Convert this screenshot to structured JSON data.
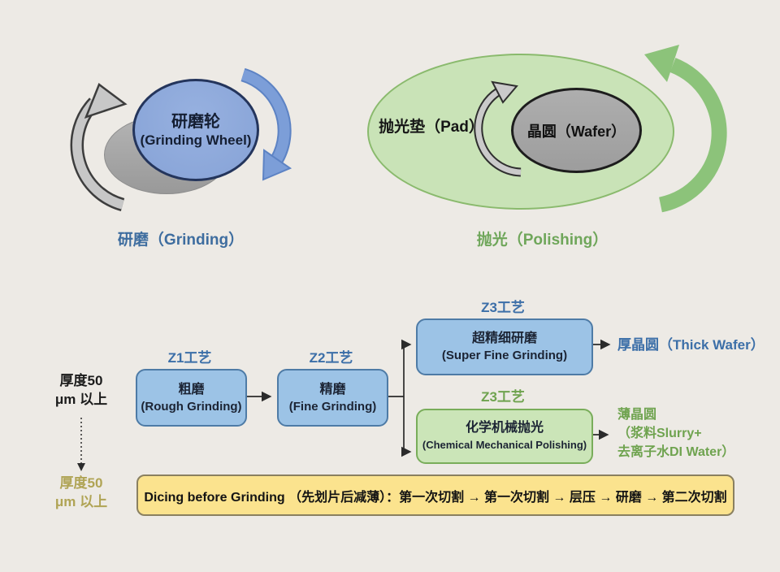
{
  "top": {
    "grinding": {
      "wheel_name": "研磨轮",
      "wheel_en": "(Grinding Wheel)",
      "caption": "研磨（Grinding）"
    },
    "polishing": {
      "pad_label": "抛光垫（Pad）",
      "wafer_label": "晶圆（Wafer）",
      "caption": "抛光（Polishing）"
    }
  },
  "flow": {
    "thickness_top": {
      "line1": "厚度50",
      "line2": "μm 以上"
    },
    "thickness_bottom": {
      "line1": "厚度50",
      "line2": "μm 以上"
    },
    "steps": [
      {
        "header": "Z1工艺",
        "name": "粗磨",
        "en": "(Rough Grinding)"
      },
      {
        "header": "Z2工艺",
        "name": "精磨",
        "en": "(Fine Grinding)"
      },
      {
        "header": "Z3工艺",
        "name": "超精细研磨",
        "en": "(Super Fine Grinding)"
      },
      {
        "header": "Z3工艺",
        "name": "化学机械抛光",
        "en": "(Chemical Mechanical Polishing)"
      }
    ],
    "output_thick": "厚晶圆（Thick Wafer）",
    "output_thin": {
      "line1": "薄晶圆",
      "line2": "（浆料Slurry+",
      "line3": "去离子水DI Water）"
    },
    "note": "Dicing before Grinding （先划片后减薄）：第一次切割 → 第一次切割 → 层压 → 研磨 → 第二次切割"
  },
  "icons": {
    "left_gray_arrow": "rotation-arrow-counterclockwise",
    "right_blue_arrow": "rotation-arrow-clockwise",
    "pad_gray_arrow": "rotation-arrow-small",
    "green_arrow": "rotation-arrow-large",
    "dotted_arrow": "down-dotted-arrow",
    "flow_arrows": "right-arrow"
  },
  "colors": {
    "background": "#edeae5",
    "wheel_fill": "#8ca9db",
    "wheel_border": "#24355c",
    "chuck_fill": "#ababab",
    "pad_fill": "#c9e3b7",
    "pad_border": "#8aba6d",
    "wafer_fill": "#a6a6a6",
    "blue_box_fill": "#9cc3e6",
    "blue_box_border": "#4e7ba6",
    "green_box_fill": "#cbe5b8",
    "green_box_border": "#79ad5a",
    "yellow_box_fill": "#fbe38e",
    "yellow_box_border": "#8a8060",
    "blue_text": "#3c6fa8",
    "green_text": "#6fa34f",
    "olive_text": "#b0a455"
  }
}
